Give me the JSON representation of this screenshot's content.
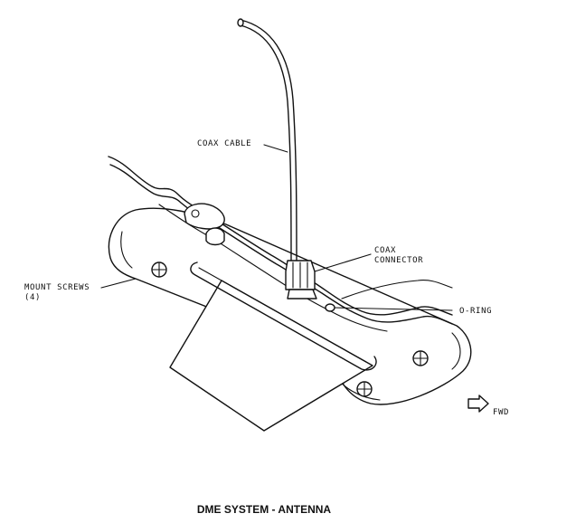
{
  "title": "DME SYSTEM - ANTENNA",
  "labels": {
    "coax_cable": "COAX CABLE",
    "coax_connector_line1": "COAX",
    "coax_connector_line2": "CONNECTOR",
    "mount_screws_line1": "MOUNT SCREWS",
    "mount_screws_line2": "(4)",
    "o_ring": "O-RING",
    "fwd": "FWD"
  }
}
